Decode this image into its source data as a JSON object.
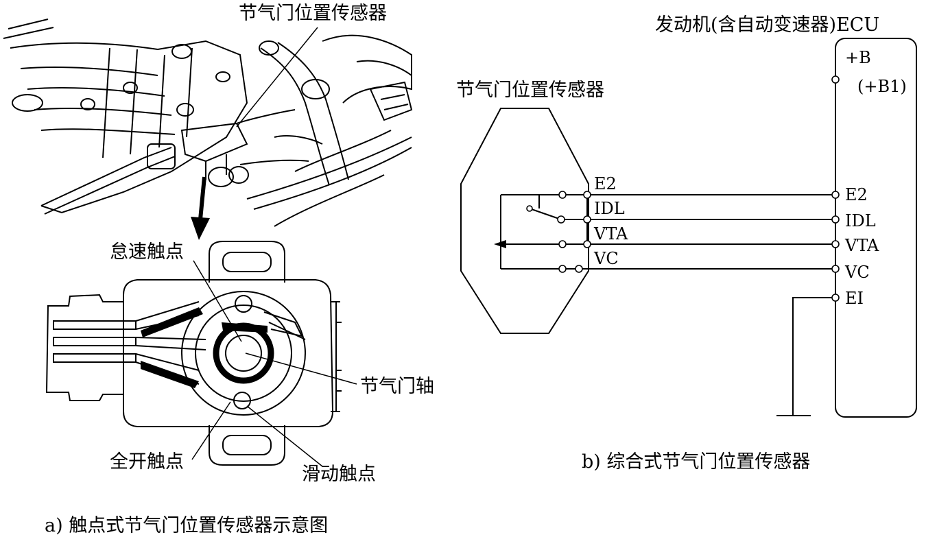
{
  "left_figure": {
    "sensor_label": "节气门位置传感器",
    "idle_contact_label": "怠速触点",
    "throttle_shaft_label": "节气门轴",
    "full_open_contact_label": "全开触点",
    "sliding_contact_label": "滑动触点",
    "caption": "a) 触点式节气门位置传感器示意图"
  },
  "right_figure": {
    "ecu_title": "发动机(含自动变速器)ECU",
    "sensor_title": "节气门位置传感器",
    "ecu_power_pin": "+B",
    "ecu_power_alt": "(+B1)",
    "sensor_pins": [
      "E2",
      "IDL",
      "VTA",
      "VC"
    ],
    "ecu_pins": [
      "E2",
      "IDL",
      "VTA",
      "VC",
      "EI"
    ],
    "caption": "b) 综合式节气门位置传感器"
  }
}
